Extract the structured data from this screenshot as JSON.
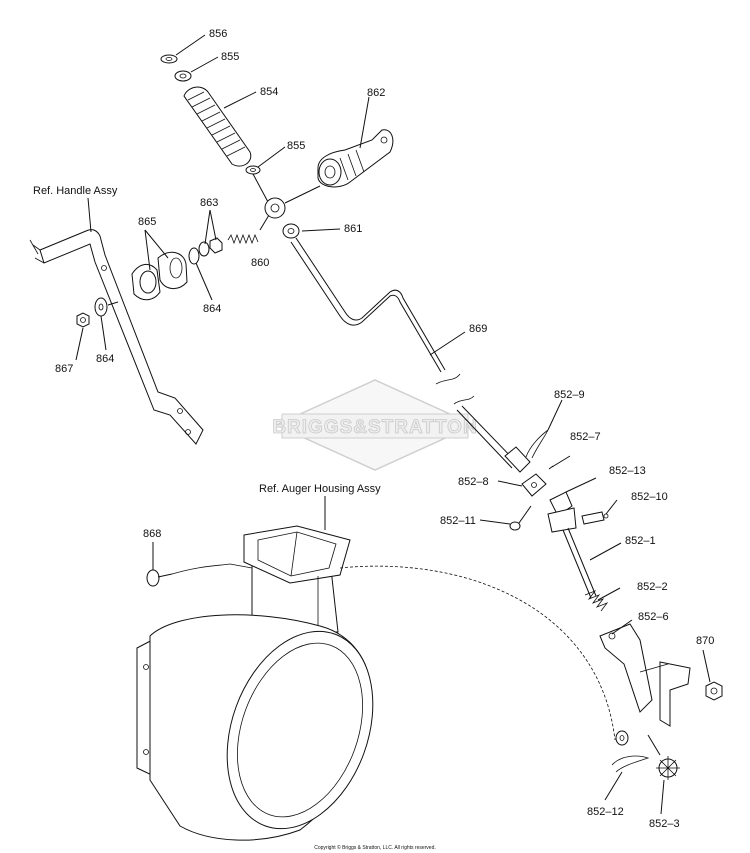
{
  "references": {
    "handle": "Ref. Handle Assy",
    "auger_housing": "Ref. Auger Housing Assy"
  },
  "parts": {
    "p856": "856",
    "p855a": "855",
    "p854": "854",
    "p855b": "855",
    "p862": "862",
    "p861": "861",
    "p865": "865",
    "p863": "863",
    "p860": "860",
    "p864a": "864",
    "p864b": "864",
    "p867": "867",
    "p869": "869",
    "p852_9": "852–9",
    "p852_7": "852–7",
    "p852_8": "852–8",
    "p852_13": "852–13",
    "p852_10": "852–10",
    "p852_11": "852–11",
    "p852_1": "852–1",
    "p852_2": "852–2",
    "p852_6": "852–6",
    "p870": "870",
    "p852_12": "852–12",
    "p852_3": "852–3",
    "p868": "868"
  },
  "watermark": "BRIGGS&STRATTON",
  "copyright": "Copyright © Briggs & Stratton, LLC. All rights reserved.",
  "colors": {
    "line": "#111111",
    "watermark": "#c9c9c9",
    "background": "#ffffff"
  }
}
